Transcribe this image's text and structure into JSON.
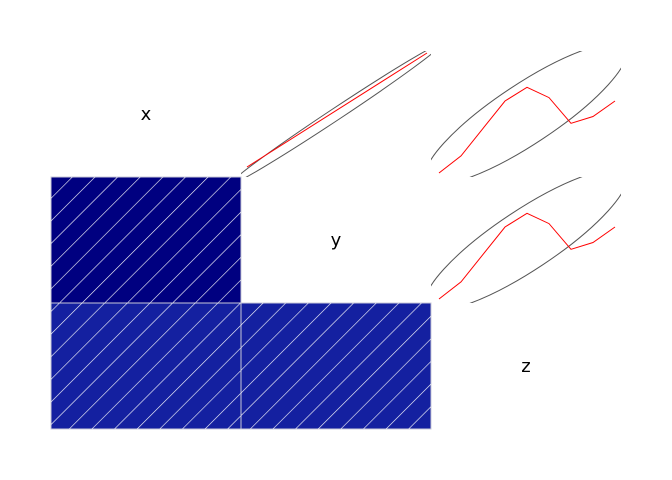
{
  "chart_data": {
    "type": "heatmap",
    "variables": [
      "x",
      "y",
      "z"
    ],
    "colors": {
      "strong": "#000080",
      "medium": "#1420a0",
      "hatch": "#ffffff",
      "cell_border": "#c8c8d8",
      "ellipse_stroke": "#555555",
      "trend_line": "#ff0000"
    },
    "cells": [
      {
        "row": 0,
        "col": 0,
        "kind": "label",
        "text": "x"
      },
      {
        "row": 0,
        "col": 1,
        "kind": "ellipse",
        "r": 0.99
      },
      {
        "row": 0,
        "col": 2,
        "kind": "ellipse",
        "r": 0.75
      },
      {
        "row": 1,
        "col": 0,
        "kind": "shade",
        "r": 0.99
      },
      {
        "row": 1,
        "col": 1,
        "kind": "label",
        "text": "y"
      },
      {
        "row": 1,
        "col": 2,
        "kind": "ellipse",
        "r": 0.75
      },
      {
        "row": 2,
        "col": 0,
        "kind": "shade",
        "r": 0.75
      },
      {
        "row": 2,
        "col": 1,
        "kind": "shade",
        "r": 0.75
      },
      {
        "row": 2,
        "col": 2,
        "kind": "label",
        "text": "z"
      }
    ],
    "trend_y": [
      0.0,
      0.2,
      0.52,
      0.84,
      1.0,
      0.88,
      0.58,
      0.66,
      0.84
    ]
  }
}
